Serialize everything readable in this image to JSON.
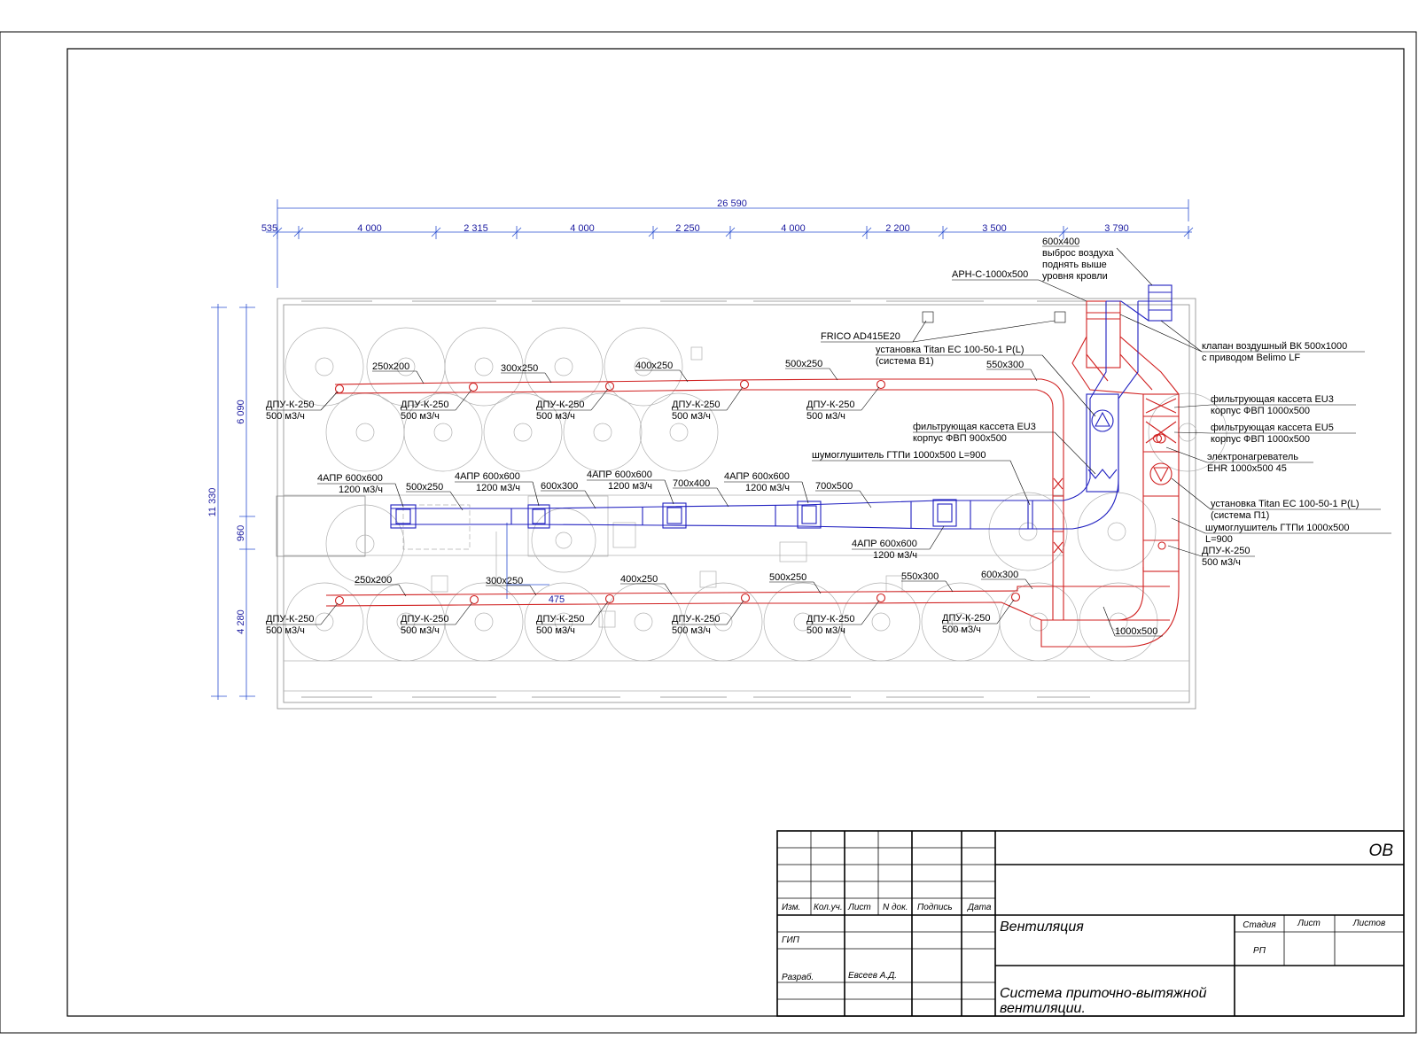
{
  "dimensions": {
    "total": "26 590",
    "segments": [
      "535",
      "4 000",
      "2 315",
      "4 000",
      "2 250",
      "4 000",
      "2 200",
      "3 500",
      "3 790"
    ],
    "vertical_total": "11 330",
    "vertical": [
      "6 090",
      "960",
      "4 280"
    ],
    "inner": "475"
  },
  "supply_duct_sizes_top": [
    "250x200",
    "300x250",
    "400x250",
    "500x250",
    "550x300"
  ],
  "supply_duct_sizes_bottom": [
    "250x200",
    "300x250",
    "400x250",
    "500x250",
    "550x300",
    "600x300",
    "1000x500"
  ],
  "extract_duct_sizes": [
    "500x250",
    "600x300",
    "700x400",
    "700x500"
  ],
  "diffuser": {
    "name": "ДПУ-К-250",
    "flow": "500 м3/ч"
  },
  "grille": {
    "name": "4АПР 600x600",
    "flow": "1200 м3/ч"
  },
  "callouts": {
    "exhaust_size": "600x400",
    "exhaust_1": "выброс воздуха",
    "exhaust_2": "поднять выше",
    "exhaust_3": "уровня кровли",
    "arn": "АРН-С-1000x500",
    "frico": "FRICO AD415E20",
    "titan_b1_1": "установка Titan EC 100-50-1 P(L)",
    "titan_b1_2": "(система В1)",
    "valve_1": "клапан воздушный ВК 500x1000",
    "valve_2": "с приводом Belimo LF",
    "filter_eu3_1": "фильтрующая кассета EU3",
    "filter_eu3_2": "корпус ФВП 1000x500",
    "filter_eu5_1": "фильтрующая кассета EU5",
    "filter_eu5_2": "корпус ФВП 1000x500",
    "heater_1": "электронагреватель",
    "heater_2": "EHR 1000x500 45",
    "filter_mid_1": "фильтрующая кассета EU3",
    "filter_mid_2": "корпус ФВП 900x500",
    "silencer_mid": "шумоглушитель ГТПи 1000x500 L=900",
    "titan_p1_1": "установка Titan EC 100-50-1 P(L)",
    "titan_p1_2": "(система П1)",
    "silencer_right_1": "шумоглушитель ГТПи 1000x500",
    "silencer_right_2": "L=900",
    "dpu_right_1": "ДПУ-К-250",
    "dpu_right_2": "500 м3/ч"
  },
  "title_block": {
    "code": "ОВ",
    "headers": [
      "Изм.",
      "Кол.уч.",
      "Лист",
      "N док.",
      "Подпись",
      "Дата"
    ],
    "gip": "ГИП",
    "razrab": "Разраб.",
    "author": "Евсеев А.Д.",
    "project": "Вентиляция",
    "drawing_1": "Система приточно-вытяжной",
    "drawing_2": "вентиляции.",
    "stage_h": "Стадия",
    "sheet_h": "Лист",
    "sheets_h": "Листов",
    "stage": "РП"
  }
}
